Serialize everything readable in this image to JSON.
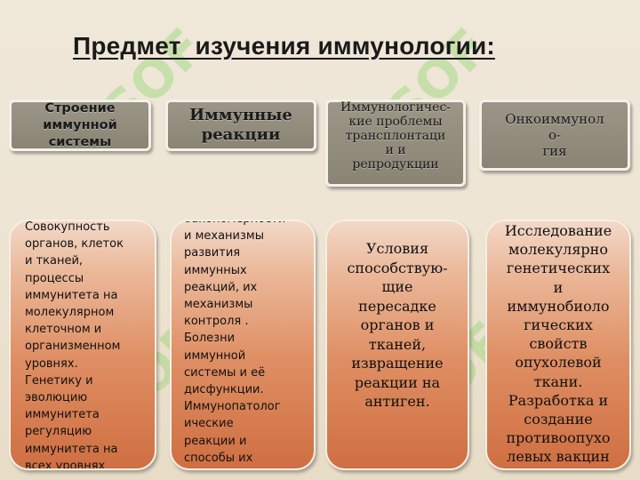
{
  "title": "Предмет  изучения иммунологии:",
  "headers": [
    {
      "label": "Строение\nиммунной\nсистемы"
    },
    {
      "label": "Иммунные\nреакции"
    },
    {
      "label": "Иммунологичес-\nкие проблемы\nтрансплонтаци\nи и\nрепродукции"
    },
    {
      "label": "Онкоиммунол\nо-\nгия"
    }
  ],
  "columns": [
    {
      "text": "Совокупность\nорганов, клеток\nи тканей,\nпроцессы\nиммунитета на\nмолекулярном\nклеточном и\nорганизменном\nуровнях.\nГенетику и\nэволюцию\nиммунитета\nрегуляцию\nиммунитета на\nвсех уровнях"
    },
    {
      "text": "Закономерности\nи механизмы\nразвития\nиммунных\nреакций, их\nмеханизмы\nконтроля .\nБолезни\nиммунной\nсистемы и её\nдисфункции.\nИммунопатолог\nические\nреакции и\nспособы их\nкоррекции"
    },
    {
      "text": "Условия\nспособствую-\nщие\nпересадке\nорганов и\nтканей,\nизвращение\nреакции на\nантиген."
    },
    {
      "text": "Исследование\nмолекулярно\nгенетических\nи\nиммунобиоло\nгических\nсвойств\nопухолевой\nткани.\nРазработка и\nсоздание\nпротивоопухо\nлевых вакцин"
    }
  ],
  "colors": {
    "header_fill": "#908a7b",
    "column_fill_top": "#f2d9c8",
    "column_fill_bottom": "#cf6f42",
    "watermark": "#7fd05a"
  }
}
